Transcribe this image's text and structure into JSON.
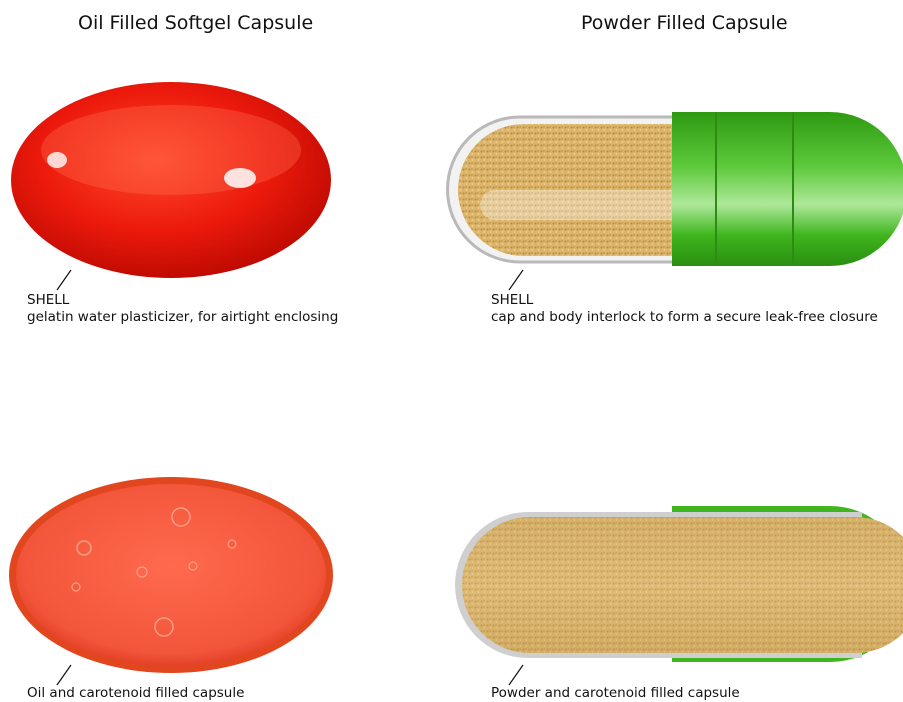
{
  "left": {
    "title": "Oil Filled Softgel Capsule",
    "shell_heading": "SHELL",
    "shell_desc": "gelatin water plasticizer, for airtight enclosing",
    "fill_caption": "Oil and carotenoid filled capsule"
  },
  "right": {
    "title": "Powder Filled Capsule",
    "shell_heading": "SHELL",
    "shell_desc": "cap and body interlock to form a secure leak-free closure",
    "fill_caption": "Powder and carotenoid filled capsule"
  },
  "colors": {
    "softgel_red": "#e8160d",
    "oil_orange": "#f55a3a",
    "cap_green": "#3fb51e",
    "powder_tan": "#d9b572"
  }
}
